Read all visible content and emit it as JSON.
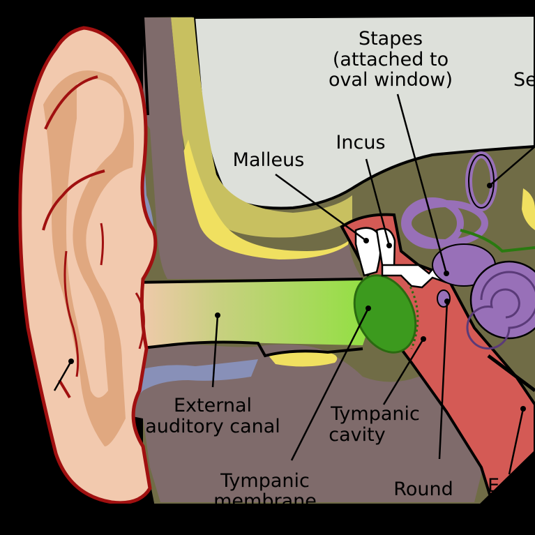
{
  "diagram": {
    "labels": {
      "stapes": [
        "Stapes",
        "(attached to",
        "oval window)"
      ],
      "semicircular_partial": "Se",
      "incus": "Incus",
      "malleus": "Malleus",
      "external_auditory_canal": [
        "External",
        "auditory canal"
      ],
      "tympanic_cavity": [
        "Tympanic",
        "cavity"
      ],
      "tympanic_membrane": [
        "Tympanic",
        "membrane"
      ],
      "round_window_partial": "Round",
      "eustachian_partial": "E"
    },
    "colors": {
      "background": "#000000",
      "ear_skin": "#f2c9ae",
      "ear_outline": "#a01010",
      "bone": "#7f6b6b",
      "cartilage": "#8890b8",
      "cranial_cavity": "#dde0da",
      "fat": "#f0e060",
      "canal": "#a8d060",
      "tympanic_membrane": "#3c9a1e",
      "middle_ear": "#d45a55",
      "ossicles": "#ffffff",
      "cochlea": "#9870b8",
      "olive_tissue": "#706c46"
    }
  }
}
